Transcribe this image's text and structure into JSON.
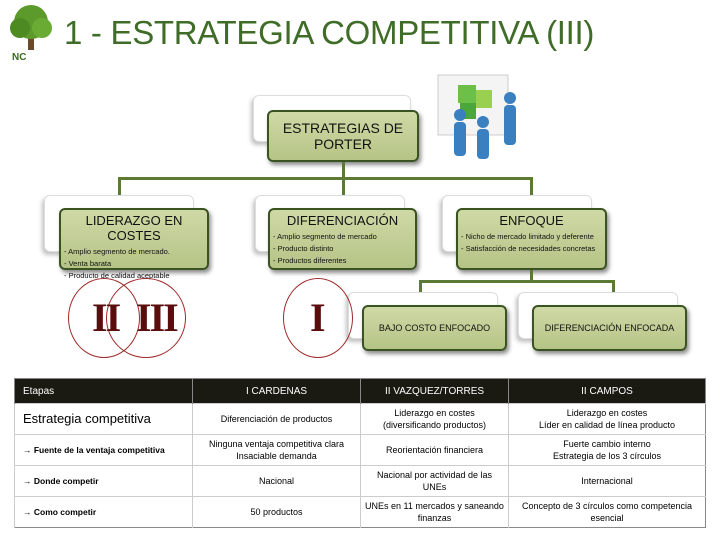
{
  "title": "1 - ESTRATEGIA COMPETITIVA (III)",
  "logo": {
    "text": "NC"
  },
  "diagram": {
    "root": "ESTRATEGIAS DE PORTER",
    "branches": [
      {
        "title": "LIDERAZGO EN COSTES",
        "items": [
          "- Amplio segmento de mercado.",
          "- Venta barata",
          "- Producto de calidad aceptable"
        ]
      },
      {
        "title": "DIFERENCIACIÓN",
        "items": [
          "- Amplio segmento de mercado",
          "- Producto distinto",
          "- Productos diferentes"
        ]
      },
      {
        "title": "ENFOQUE",
        "items": [
          "- Nicho de mercado limitado y deferente",
          "- Satisfacción de necesidades concretas"
        ]
      }
    ],
    "sub": [
      "BAJO COSTO ENFOCADO",
      "DIFERENCIACIÓN ENFOCADA"
    ],
    "markers": [
      "II",
      "III",
      "I"
    ]
  },
  "table": {
    "headers": [
      "Etapas",
      "I CARDENAS",
      "II VAZQUEZ/TORRES",
      "II CAMPOS"
    ],
    "rows": [
      [
        "Estrategia competitiva",
        "Diferenciación de productos",
        "Liderazgo en costes\n(diversificando productos)",
        "Liderazgo en costes\nLíder en calidad de línea producto"
      ],
      [
        "→ Fuente de la ventaja competitiva",
        "Ninguna ventaja competitiva clara\nInsaciable demanda",
        "Reorientación financiera",
        "Fuerte cambio interno\nEstrategia de los 3 círculos"
      ],
      [
        "→ Donde competir",
        "Nacional",
        "Nacional por actividad de las UNEs",
        "Internacional"
      ],
      [
        "→ Como competir",
        "50 productos",
        "UNEs en 11 mercados y saneando finanzas",
        "Concepto de 3 círculos como competencia esencial"
      ]
    ]
  }
}
